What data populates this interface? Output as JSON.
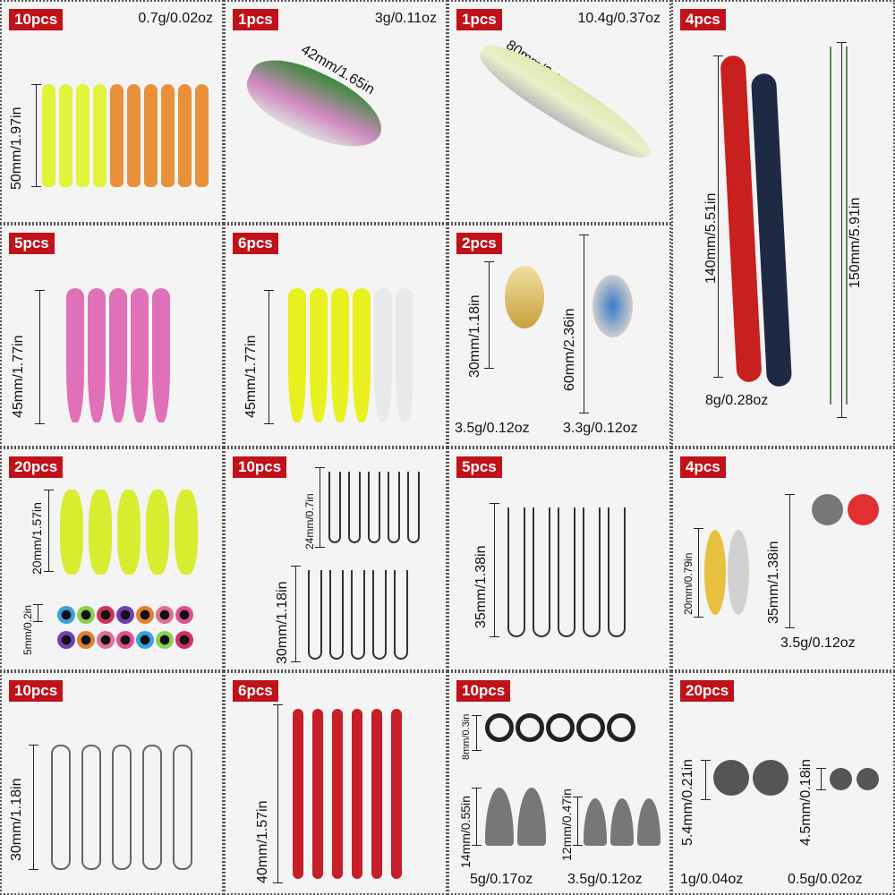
{
  "cells": [
    {
      "badge": "10pcs",
      "weights": [
        "0.7g/0.02oz"
      ],
      "dims": [
        "50mm/1.97in"
      ]
    },
    {
      "badge": "1pcs",
      "weights": [
        "3g/0.11oz"
      ],
      "dims": [
        "42mm/1.65in"
      ]
    },
    {
      "badge": "1pcs",
      "weights": [
        "10.4g/0.37oz"
      ],
      "dims": [
        "80mm/3.15in"
      ]
    },
    {
      "badge": "4pcs",
      "weights": [
        "8g/0.28oz"
      ],
      "dims": [
        "140mm/5.51in",
        "150mm/5.91in"
      ]
    },
    {
      "badge": "5pcs",
      "dims": [
        "45mm/1.77in"
      ]
    },
    {
      "badge": "6pcs",
      "dims": [
        "45mm/1.77in"
      ]
    },
    {
      "badge": "2pcs",
      "weights": [
        "3.5g/0.12oz",
        "3.3g/0.12oz"
      ],
      "dims": [
        "30mm/1.18in",
        "60mm/2.36in"
      ]
    },
    {
      "badge": "20pcs",
      "dims": [
        "20mm/1.57in",
        "5mm/0.2in"
      ]
    },
    {
      "badge": "10pcs",
      "dims": [
        "24mm/0.7in",
        "30mm/1.18in"
      ]
    },
    {
      "badge": "5pcs",
      "dims": [
        "35mm/1.38in"
      ]
    },
    {
      "badge": "4pcs",
      "weights": [
        "3.5g/0.12oz"
      ],
      "dims": [
        "20mm/0.79in",
        "35mm/1.38in"
      ]
    },
    {
      "badge": "10pcs",
      "dims": [
        "30mm/1.18in"
      ]
    },
    {
      "badge": "6pcs",
      "dims": [
        "40mm/1.57in"
      ]
    },
    {
      "badge": "10pcs",
      "weights": [
        "5g/0.17oz",
        "3.5g/0.12oz"
      ],
      "dims": [
        "8mm/0.3in",
        "14mm/0.55in",
        "12mm/0.47in"
      ]
    },
    {
      "badge": "20pcs",
      "weights": [
        "1g/0.04oz",
        "0.5g/0.02oz"
      ],
      "dims": [
        "5.4mm/0.21in",
        "4.5mm/0.18in"
      ]
    }
  ],
  "colors": {
    "badge": "#c0121b"
  }
}
